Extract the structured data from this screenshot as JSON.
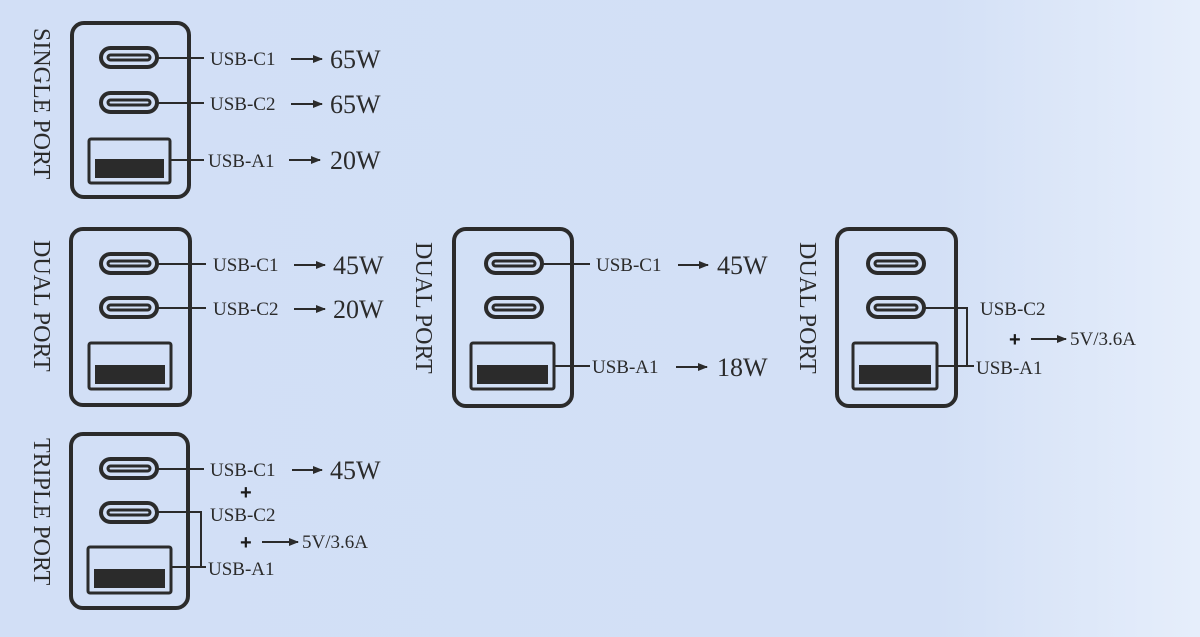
{
  "single_port": {
    "title": "SINGLE PORT",
    "ports": [
      {
        "label": "USB-C1",
        "power": "65W"
      },
      {
        "label": "USB-C2",
        "power": "65W"
      },
      {
        "label": "USB-A1",
        "power": "20W"
      }
    ]
  },
  "dual_port_a": {
    "title": "DUAL PORT",
    "ports": [
      {
        "label": "USB-C1",
        "power": "45W"
      },
      {
        "label": "USB-C2",
        "power": "20W"
      }
    ]
  },
  "dual_port_b": {
    "title": "DUAL PORT",
    "ports": [
      {
        "label": "USB-C1",
        "power": "45W"
      },
      {
        "label": "USB-A1",
        "power": "18W"
      }
    ]
  },
  "dual_port_c": {
    "title": "DUAL PORT",
    "ports": [
      {
        "label": "USB-C2"
      },
      {
        "label": "USB-A1"
      }
    ],
    "plus": "+",
    "combined_output": "5V/3.6A"
  },
  "triple_port": {
    "title": "TRIPLE PORT",
    "ports": [
      {
        "label": "USB-C1",
        "power": "45W"
      },
      {
        "label": "USB-C2"
      },
      {
        "label": "USB-A1"
      }
    ],
    "plus_1": "+",
    "plus_2": "+",
    "combined_output": "5V/3.6A"
  }
}
